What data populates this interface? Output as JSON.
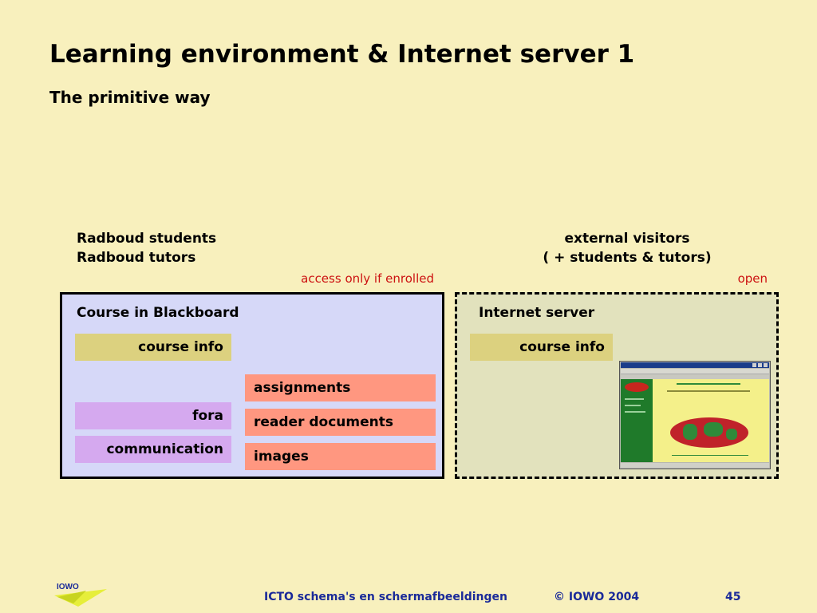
{
  "slide": {
    "title": "Learning environment & Internet server 1",
    "subtitle": "The primitive way"
  },
  "left_group": {
    "line1": "Radboud students",
    "line2": "Radboud tutors",
    "note": "access only if enrolled"
  },
  "right_group": {
    "line1": "external visitors",
    "line2": "( + students & tutors)",
    "note": "open"
  },
  "blackboard": {
    "title": "Course in Blackboard",
    "course_info": "course info",
    "fora": "fora",
    "communication": "communication",
    "assignments": "assignments",
    "reader_documents": "reader documents",
    "images": "images"
  },
  "internet_server": {
    "title": "Internet server",
    "course_info": "course info"
  },
  "footer": {
    "logo": "IOWO",
    "left": "ICTO schema's en schermafbeeldingen",
    "middle": "© IOWO 2004",
    "page": "45"
  },
  "colors": {
    "background": "#f8f0bd",
    "blackboard_box": "#d6d8f8",
    "server_box": "#e2e2bd",
    "tan_chip": "#dcd17f",
    "purple_chip": "#d5a9ef",
    "salmon_chip": "#ff9780",
    "note_red": "#cc1111",
    "footer_blue": "#1a2a99"
  }
}
